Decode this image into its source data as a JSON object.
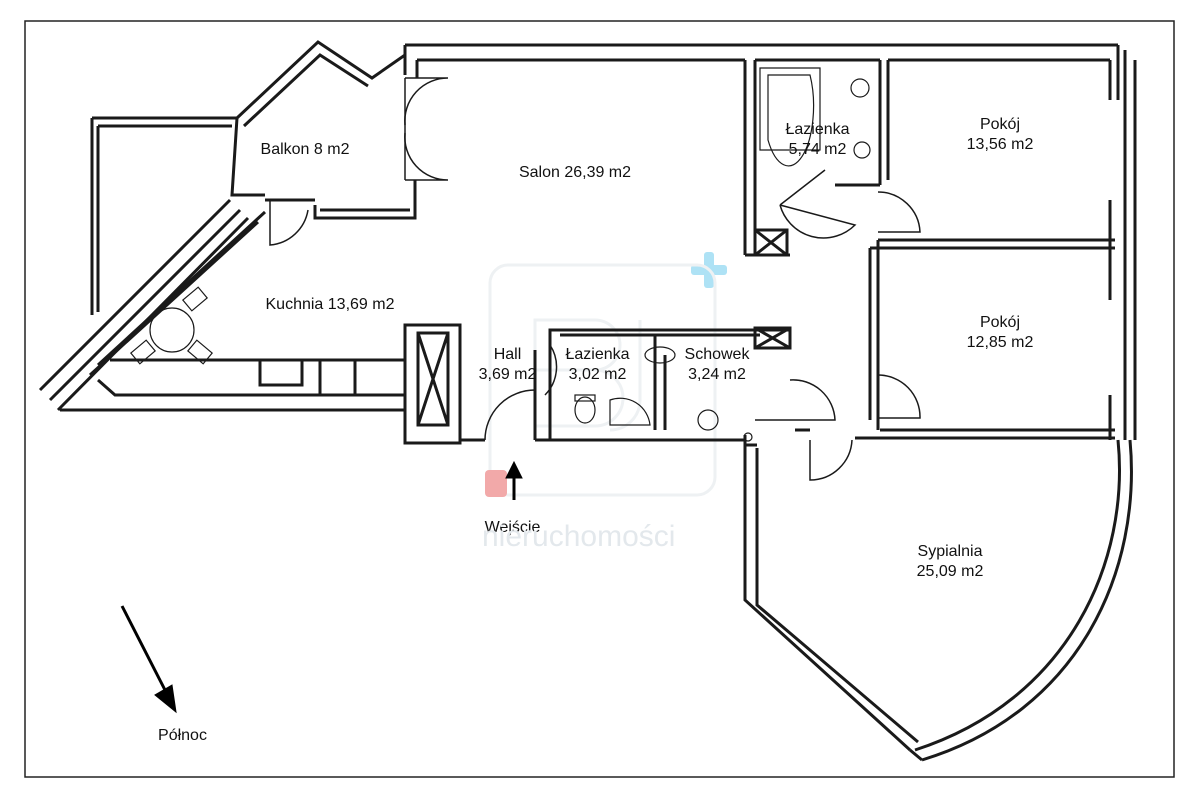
{
  "rooms": {
    "balkon": {
      "name": "Balkon 8 m2"
    },
    "salon": {
      "name": "Salon 26,39 m2"
    },
    "kuchnia": {
      "name": "Kuchnia 13,69 m2"
    },
    "hall": {
      "name": "Hall",
      "area": "3,69 m2"
    },
    "lazienka1": {
      "name": "Łazienka",
      "area": "3,02 m2"
    },
    "schowek": {
      "name": "Schowek",
      "area": "3,24 m2"
    },
    "lazienka2": {
      "name": "Łazienka",
      "area": "5,74 m2"
    },
    "pokoj1": {
      "name": "Pokój",
      "area": "13,56 m2"
    },
    "pokoj2": {
      "name": "Pokój",
      "area": "12,85 m2"
    },
    "sypialnia": {
      "name": "Sypialnia",
      "area": "25,09 m2"
    }
  },
  "markers": {
    "entrance": "Wejście",
    "north": "Północ"
  },
  "watermark": {
    "text": "nieruchomości"
  },
  "colors": {
    "wall": "#1a1a1a",
    "entrance_marker": "#f2a9a9",
    "watermark_cross": "#aee2f5",
    "watermark_text": "#e3e8ec"
  }
}
